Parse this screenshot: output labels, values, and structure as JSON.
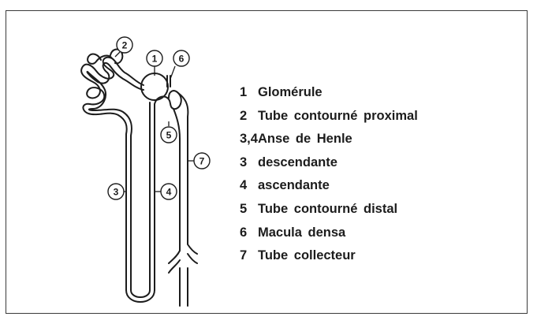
{
  "diagram": {
    "callouts": [
      "1",
      "2",
      "3",
      "4",
      "5",
      "6",
      "7"
    ]
  },
  "legend": [
    {
      "key": "1",
      "text": "Glomérule"
    },
    {
      "key": "2",
      "text": "Tube contourné proximal"
    },
    {
      "key": "3,4",
      "text": "Anse de Henle"
    },
    {
      "key": "3",
      "text": "descendante"
    },
    {
      "key": "4",
      "text": "ascendante"
    },
    {
      "key": "5",
      "text": "Tube contourné distal"
    },
    {
      "key": "6",
      "text": "Macula densa"
    },
    {
      "key": "7",
      "text": "Tube collecteur"
    }
  ],
  "colors": {
    "ink": "#1c1c1c",
    "frame": "#3a3a3a",
    "background": "#ffffff"
  }
}
